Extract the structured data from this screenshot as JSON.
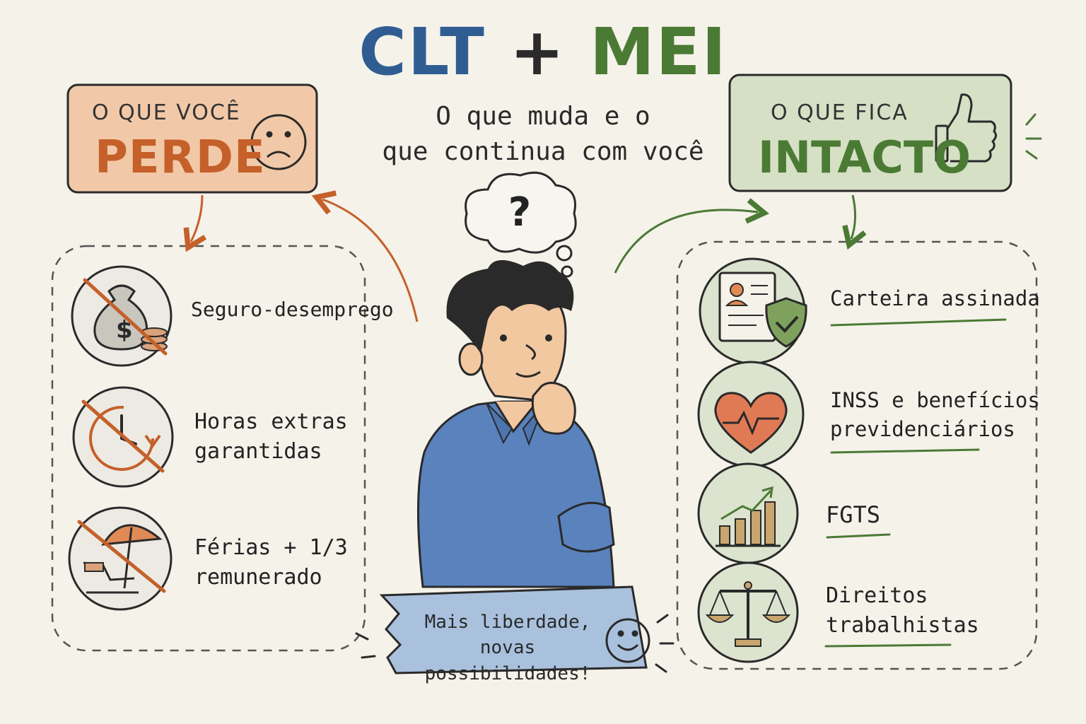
{
  "title": {
    "clt": "CLT",
    "plus": "+",
    "mei": "MEI"
  },
  "subtitle": {
    "line1": "O que muda e o",
    "line2": "que continua com você"
  },
  "lose_box": {
    "top": "O QUE VOCÊ",
    "big": "PERDE",
    "icon": "sad-face-icon",
    "color": "#c5602a",
    "fill": "#f2c9a8"
  },
  "keep_box": {
    "top": "O QUE FICA",
    "big": "INTACTO",
    "icon": "thumbs-up-icon",
    "color": "#4b7a35",
    "fill": "#d5e0c5"
  },
  "lose_items": [
    {
      "label": "Seguro-desemprego",
      "icon": "money-bag-icon"
    },
    {
      "line1": "Horas extras",
      "line2": "garantidas",
      "icon": "clock-icon"
    },
    {
      "line1": "Férias + 1/3",
      "line2": "remunerado",
      "icon": "beach-umbrella-icon"
    }
  ],
  "keep_items": [
    {
      "label": "Carteira assinada",
      "icon": "work-card-shield-icon"
    },
    {
      "line1": "INSS e benefícios",
      "line2": "previdenciários",
      "icon": "heart-pulse-icon"
    },
    {
      "label": "FGTS",
      "icon": "growth-chart-icon"
    },
    {
      "line1": "Direitos",
      "line2": "trabalhistas",
      "icon": "scales-icon"
    }
  ],
  "thought": {
    "text": "?"
  },
  "banner": {
    "line1": "Mais liberdade,",
    "line2": "novas possibilidades!",
    "icon": "smile-icon"
  }
}
